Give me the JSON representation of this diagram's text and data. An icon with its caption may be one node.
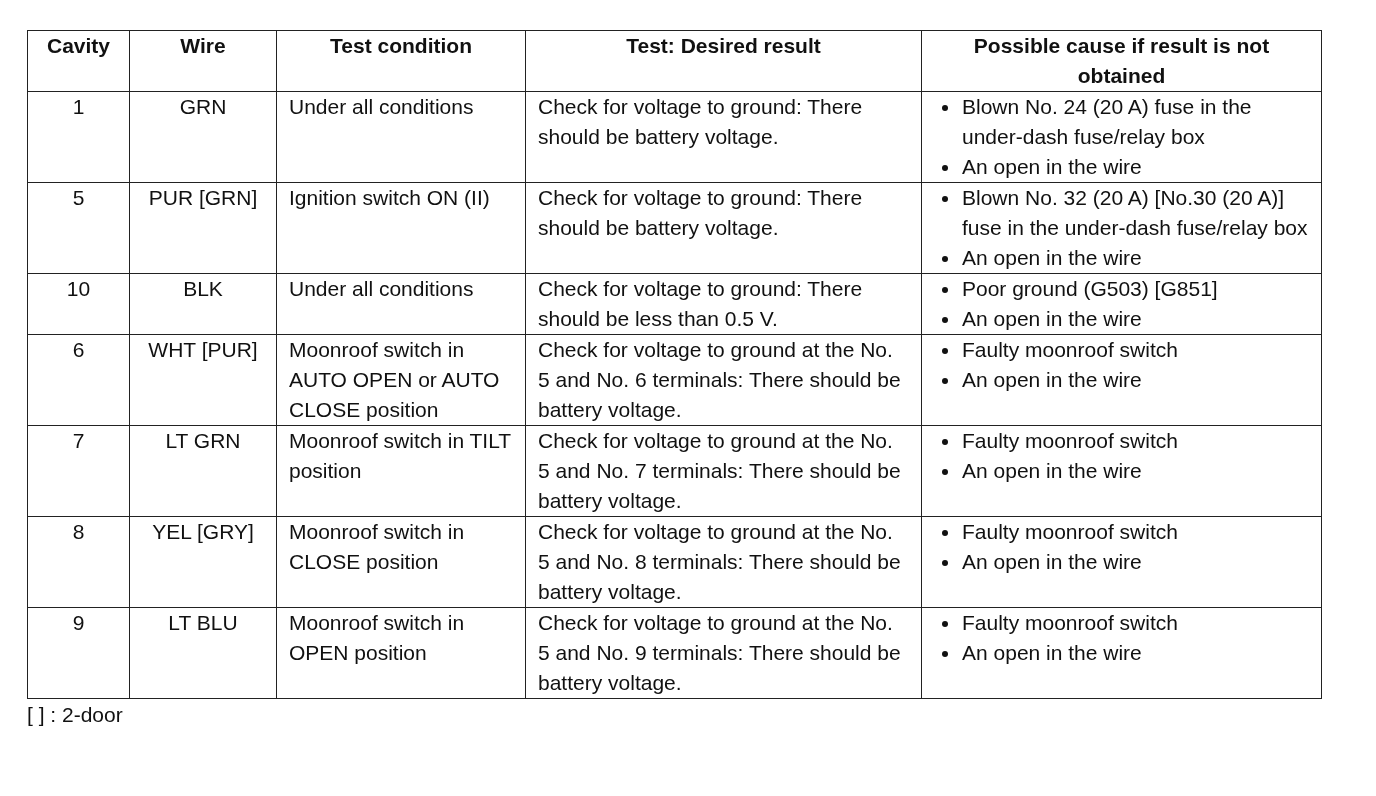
{
  "diagram": {
    "labels": [
      "Cavity",
      "Wire",
      "Test condition",
      "Test: Desired result",
      "Possible cause if result is not obtained",
      "1",
      "GRN",
      "Under all conditions",
      "Check for voltage to ground: There should be battery voltage.",
      "Blown No. 24 (20 A) fuse in the under-dash fuse/relay box",
      "An open in the wire",
      "5",
      "PUR [GRN]",
      "Ignition switch ON (II)",
      "Check for voltage to ground: There should be battery voltage.",
      "Blown No. 32 (20 A) [No.30 (20 A)] fuse in the under-dash fuse/relay box",
      "An open in the wire",
      "10",
      "BLK",
      "Under all conditions",
      "Check for voltage to ground: There should be less than 0.5 V.",
      "Poor ground (G503) [G851]",
      "An open in the wire",
      "6",
      "WHT [PUR]",
      "Moonroof switch in AUTO OPEN or AUTO CLOSE position",
      "Check for voltage to ground at the No. 5 and No. 6 terminals: There should be battery voltage.",
      "Faulty moonroof switch",
      "An open in the wire",
      "7",
      "LT GRN",
      "Moonroof switch in TILT position",
      "Check for voltage to ground at the No. 5 and No. 7 terminals: There should be battery voltage.",
      "Faulty moonroof switch",
      "An open in the wire",
      "8",
      "YEL [GRY]",
      "Moonroof switch in CLOSE position",
      "Check for voltage to ground at the No. 5 and No. 8 terminals: There should be battery voltage.",
      "Faulty moonroof switch",
      "An open in the wire",
      "9",
      "LT BLU",
      "Moonroof switch in OPEN position",
      "Check for voltage to ground at the No. 5 and No. 9 terminals: There should be battery voltage.",
      "Faulty moonroof switch",
      "An open in the wire",
      "[ ] : 2-door"
    ]
  }
}
